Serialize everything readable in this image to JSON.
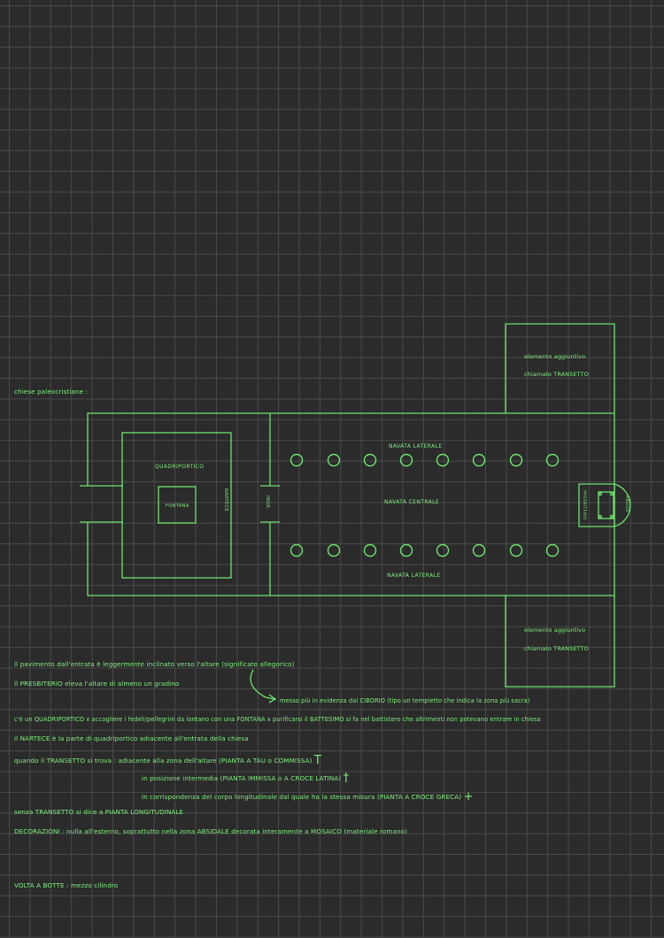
{
  "title": "chiese paleocristiane :",
  "plan": {
    "quadriportico": "QUADRIPORTICO",
    "fontana": "FONTANA",
    "nartece": "NARTECE",
    "ingresso": "INGR.",
    "navata_laterale_top": "NAVATA LATERALE",
    "navata_centrale": "NAVATA CENTRALE",
    "navata_laterale_bottom": "NAVATA LATERALE",
    "presbiterio": "PRESBITERIO",
    "abside": "ABSIDE",
    "transetto_top_line1": "elemento aggiuntivo",
    "transetto_top_line2": "chiamato TRANSETTO",
    "transetto_bottom_line1": "elemento aggiuntivo",
    "transetto_bottom_line2": "chiamato TRANSETTO"
  },
  "notes": [
    "il pavimento dall'entrata è leggermente inclinato verso l'altare (significato allegorico)",
    "il PRESBITERIO eleva l'altare di almeno un gradino",
    "messo più in evidenza dal CIBORIO (tipo un tempietto che indica la zona più sacra)",
    "c'è un QUADRIPORTICO x accogliere i fedeli/pellegrini da lontano con una FONTANA x purificarsi il BATTESIMO si fa nel battistero che altrimenti non potevano entrare in chiesa",
    "il NARTECE è la parte di quadriportico adiacente all'entrata della chiesa",
    "quando il TRANSETTO si trova : adiacente alla zona dell'altare (PIANTA A TAU o COMMISSA)",
    "in posizione intermedia (PIANTA IMMISSA o A CROCE LATINA)",
    "in corrispondenza del corpo longitudinale dal quale ha la stessa misura (PIANTA A CROCE GRECA)",
    "senza TRANSETTO si dice a PIANTA LONGITUDINALE",
    "DECORAZIONI : nulla all'esterno, soprattutto nella zona ABSIDALE decorata interamente a MOSAICO (materiale romano)",
    "VOLTA A BOTTE : mezzo cilindro"
  ],
  "symbols": {
    "tau": "T",
    "latin_cross": "†",
    "greek_cross": "+"
  }
}
